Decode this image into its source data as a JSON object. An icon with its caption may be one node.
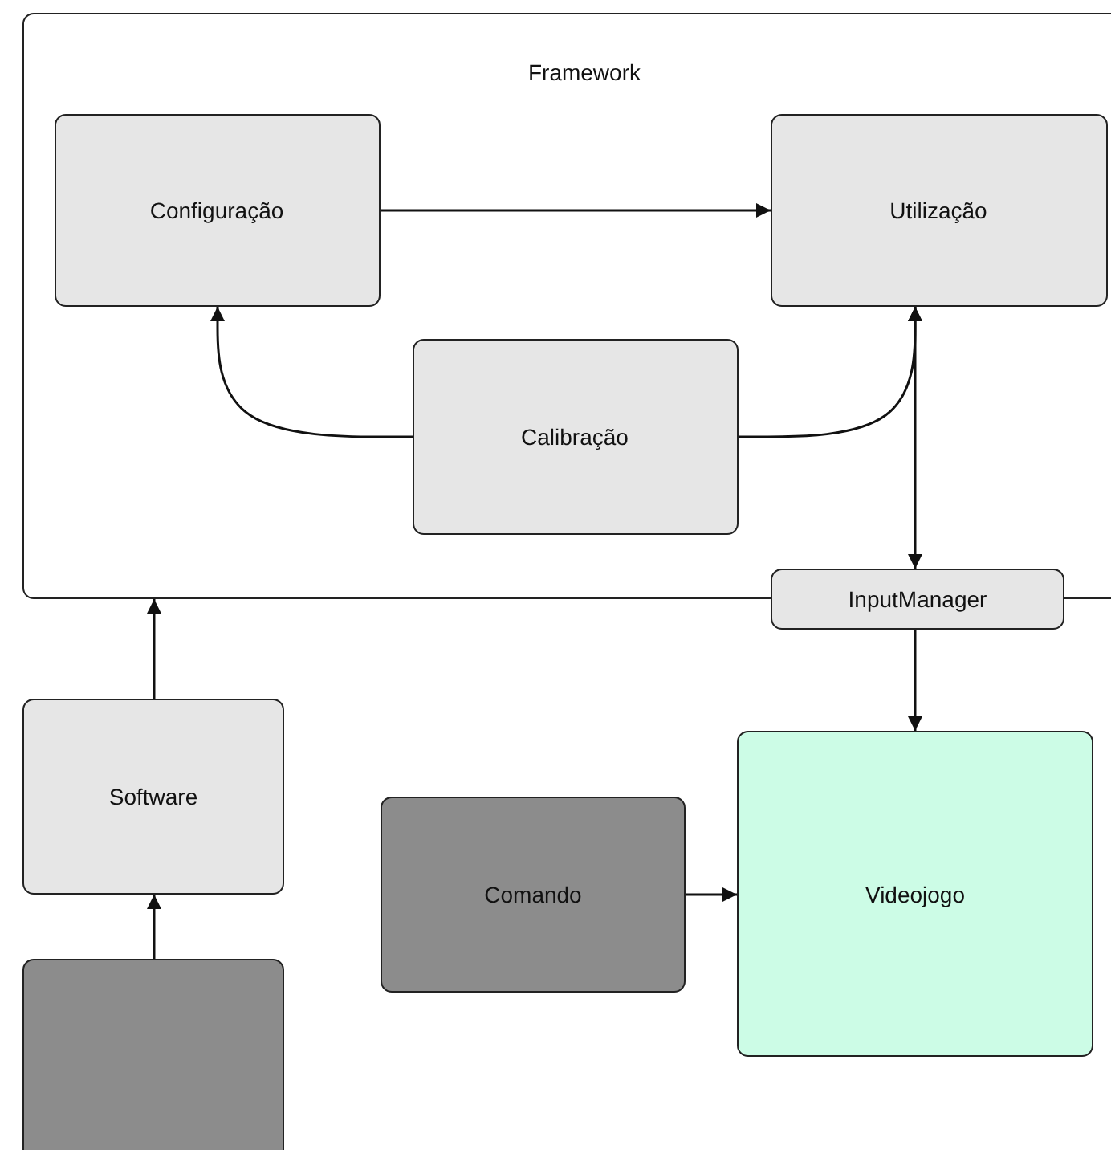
{
  "diagram": {
    "nodes": [
      {
        "text": [
          "Framework"
        ]
      },
      {
        "text": [
          "Configuração"
        ],
        "in": 0
      },
      {
        "text": [
          "Utilização"
        ],
        "in": 0
      },
      {
        "text": [
          "Calibração"
        ],
        "in": 0
      },
      {
        "text": [
          "InputManager"
        ]
      },
      {
        "text": [
          "Software"
        ]
      },
      {
        "text": [],
        "shape": "box"
      },
      {
        "text": [
          "Comando"
        ]
      },
      {
        "text": [
          "Videojogo"
        ]
      }
    ],
    "edges": [
      {
        "from": 1,
        "to": 2,
        "arrow": "to"
      },
      {
        "from": 3,
        "to": 1,
        "arrow": "to"
      },
      {
        "from": 3,
        "to": 2,
        "arrow": "to"
      },
      {
        "from": 4,
        "to": 2,
        "arrow": "both"
      },
      {
        "from": 4,
        "to": 8,
        "arrow": "to"
      },
      {
        "from": 5,
        "to": 0,
        "arrow": "to"
      },
      {
        "from": 6,
        "to": 5,
        "arrow": "to"
      },
      {
        "from": 7,
        "to": 8,
        "arrow": "to"
      }
    ]
  }
}
